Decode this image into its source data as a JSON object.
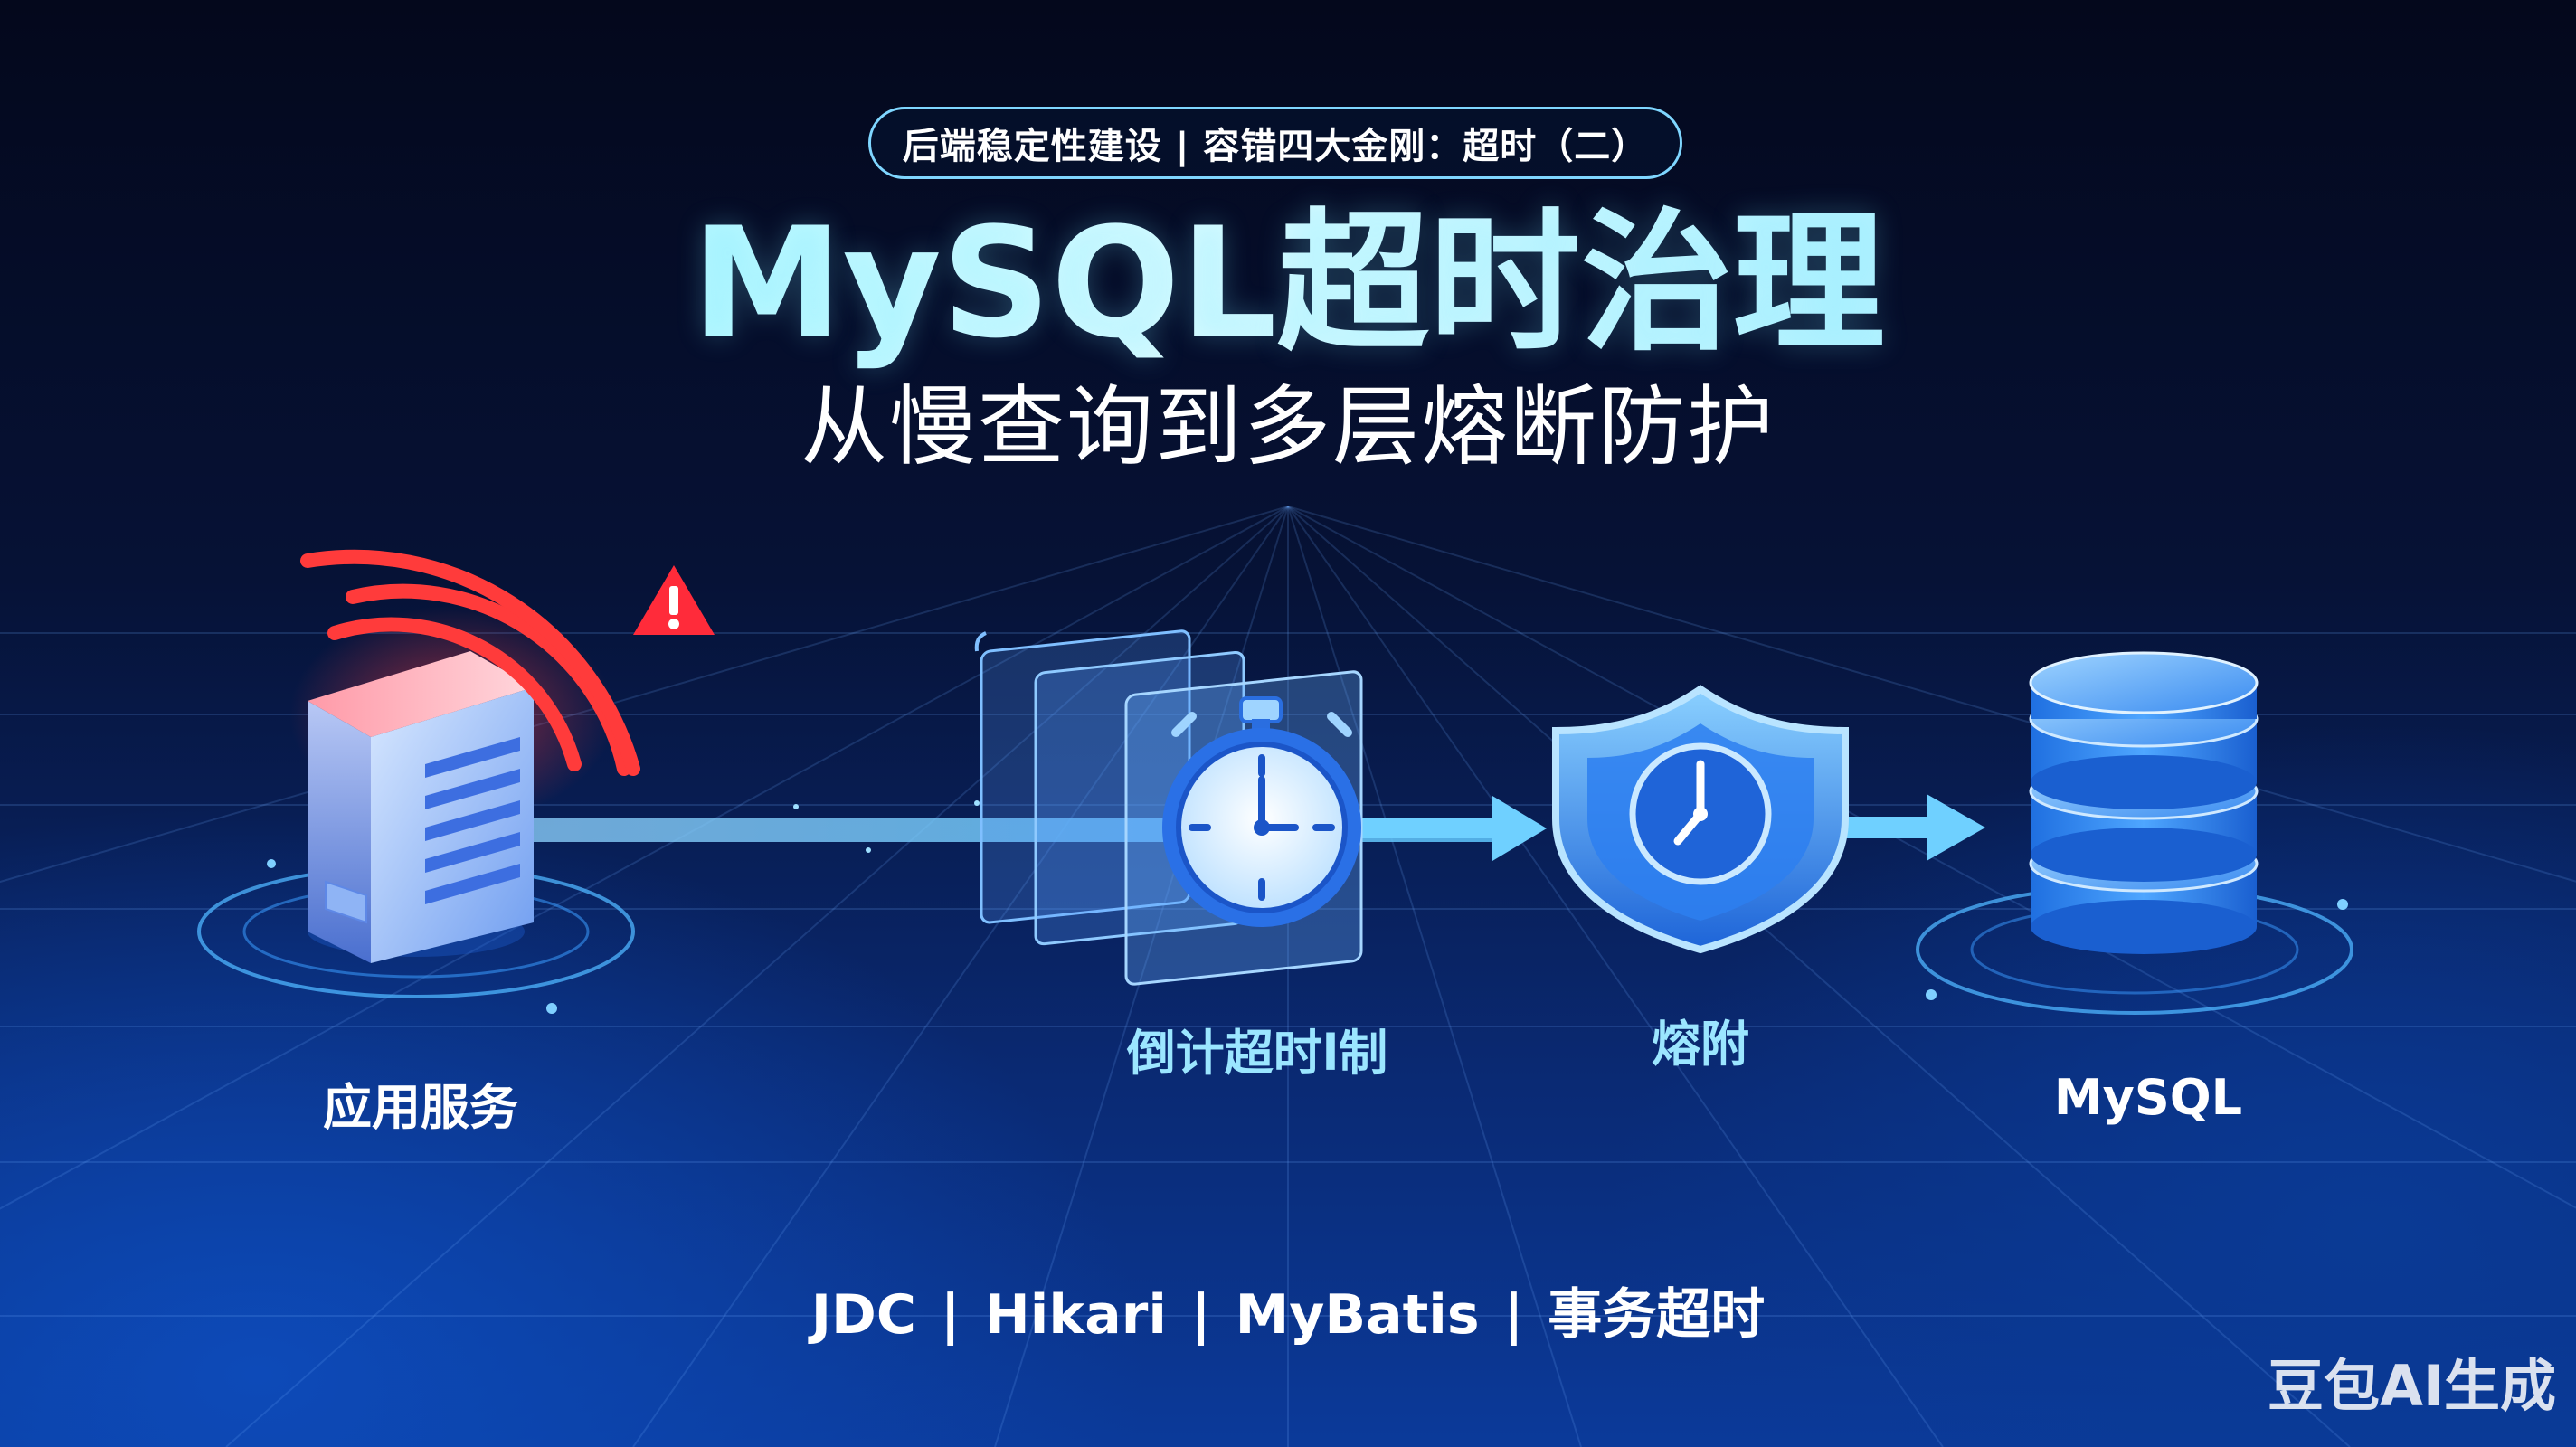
{
  "badge_text": "后端稳定性建设 | 容错四大金刚：超时（二）",
  "title": "MySQL超时治理",
  "subtitle": "从慢查询到多层熔断防护",
  "labels": {
    "app_service": "应用服务",
    "countdown_timeout": "倒计超时l制",
    "circuit_breaker": "熔附",
    "mysql": "MySQL"
  },
  "footer_text": "JDC | Hikari | MyBatis | 事务超时",
  "watermark": "豆包AI生成",
  "colors": {
    "accent_cyan": "#7ff2ff",
    "alert_red": "#ff3b3b",
    "flow_blue": "#5ec8ff"
  },
  "icons": {
    "server": "server-icon",
    "signal": "signal-waves-icon",
    "warning": "warning-icon",
    "stopwatch": "stopwatch-icon",
    "shield": "shield-clock-icon",
    "database": "database-icon"
  }
}
